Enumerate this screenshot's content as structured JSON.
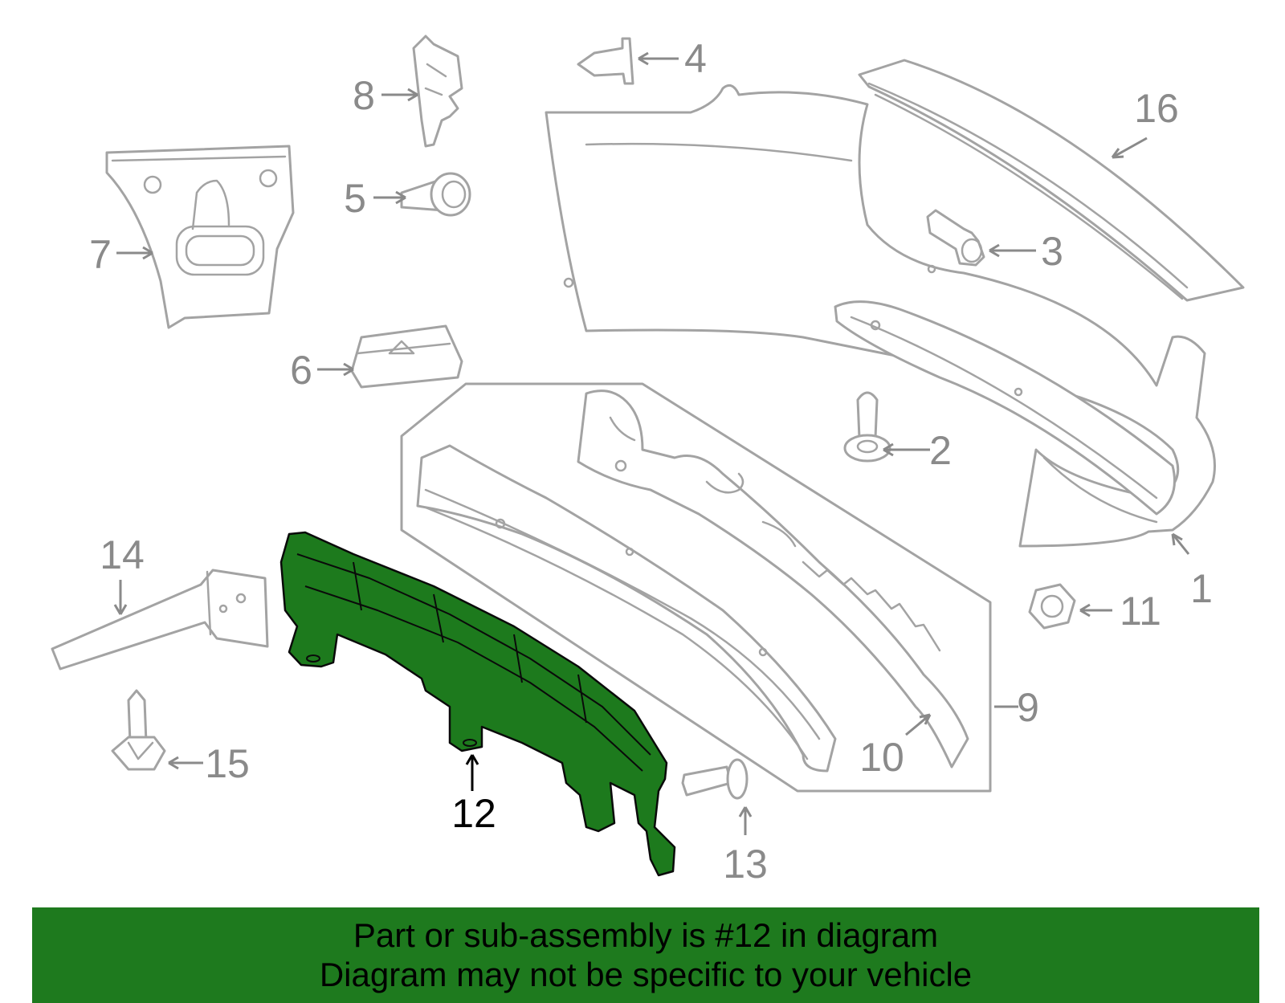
{
  "diagram": {
    "callouts": {
      "p1": "1",
      "p2": "2",
      "p3": "3",
      "p4": "4",
      "p5": "5",
      "p6": "6",
      "p7": "7",
      "p8": "8",
      "p9": "9",
      "p10": "10",
      "p11": "11",
      "p12": "12",
      "p13": "13",
      "p14": "14",
      "p15": "15",
      "p16": "16"
    },
    "highlighted_part": "12",
    "colors": {
      "highlight_fill": "#1d7a1d",
      "outline": "#a3a3a3",
      "banner": "#1e7a1e"
    }
  },
  "banner": {
    "line1": "Part or sub-assembly is #12 in diagram",
    "line2": "Diagram may not be specific to your vehicle"
  }
}
